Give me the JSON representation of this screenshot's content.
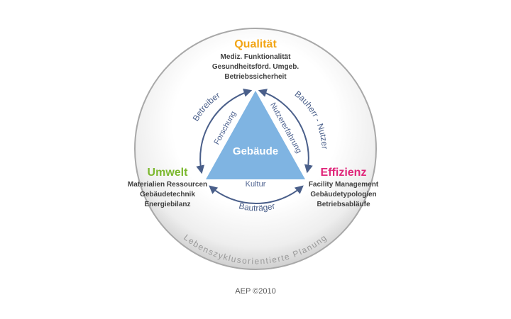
{
  "diagram": {
    "center_label": "Gebäude",
    "pillars": [
      {
        "id": "quality",
        "title": "Qualität",
        "color": "#f2a516",
        "items": [
          "Mediz. Funktionalität",
          "Gesundheitsförd. Umgeb.",
          "Betriebssicherheit"
        ]
      },
      {
        "id": "environment",
        "title": "Umwelt",
        "color": "#7cb82f",
        "items": [
          "Materialien Ressourcen",
          "Gebäudetechnik",
          "Energiebilanz"
        ]
      },
      {
        "id": "efficiency",
        "title": "Effizienz",
        "color": "#e0267a",
        "items": [
          "Facility Management",
          "Gebäudetypologien",
          "Betriebsabläufe"
        ]
      }
    ],
    "arcs": {
      "left": "Betreiber",
      "right": "Bauherr - Nutzer",
      "bottom": "Bauträger"
    },
    "triangle_sides": {
      "left": "Forschung",
      "right": "Nutzererfahrung",
      "bottom": "Kultur"
    },
    "ring_label": "Lebenszyklusorientierte Planung",
    "colors": {
      "triangle": "#7fb4e2",
      "arrows": "#4a5f8a"
    }
  },
  "footer": {
    "credit": "AEP ©2010"
  }
}
